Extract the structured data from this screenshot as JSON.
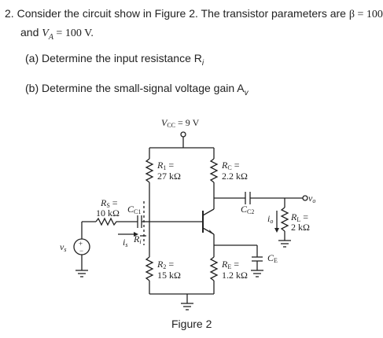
{
  "problem": {
    "number": "2.",
    "line1_text": "Consider the circuit show in Figure 2. The transistor parameters are ",
    "beta_expr": "β = 100",
    "line2_and": "and ",
    "va_expr": "V",
    "va_sub": "A",
    "va_val": " = 100 V.",
    "part_a": "(a) Determine the input resistance R",
    "part_a_sub": "i",
    "part_b": "(b) Determine the small-signal voltage gain A",
    "part_b_sub": "v"
  },
  "circuit": {
    "vcc": "V",
    "vcc_sub": "CC",
    "vcc_val": " = 9 V",
    "r1_name": "R",
    "r1_sub": "1",
    "r1_eq": " =",
    "r1_val": "27 kΩ",
    "rc_name": "R",
    "rc_sub": "C",
    "rc_eq": " =",
    "rc_val": "2.2 kΩ",
    "rs_name": "R",
    "rs_sub": "S",
    "rs_eq": " =",
    "rs_val": "10 kΩ",
    "cc1_name": "C",
    "cc1_sub": "C1",
    "cc2_name": "C",
    "cc2_sub": "C2",
    "rl_name": "R",
    "rl_sub": "L",
    "rl_eq": " =",
    "rl_val": "2 kΩ",
    "r2_name": "R",
    "r2_sub": "2",
    "r2_eq": " =",
    "r2_val": "15 kΩ",
    "re_name": "R",
    "re_sub": "E",
    "re_eq": " =",
    "re_val": "1.2 kΩ",
    "ce_name": "C",
    "ce_sub": "E",
    "is_name": "i",
    "is_sub": "s",
    "io_name": "i",
    "io_sub": "o",
    "ri_name": "R",
    "ri_sub": "i",
    "vs_name": "v",
    "vs_sub": "s",
    "vo_name": "v",
    "vo_sub": "o",
    "plus": "+",
    "minus": "−"
  },
  "figure_caption": "Figure 2"
}
